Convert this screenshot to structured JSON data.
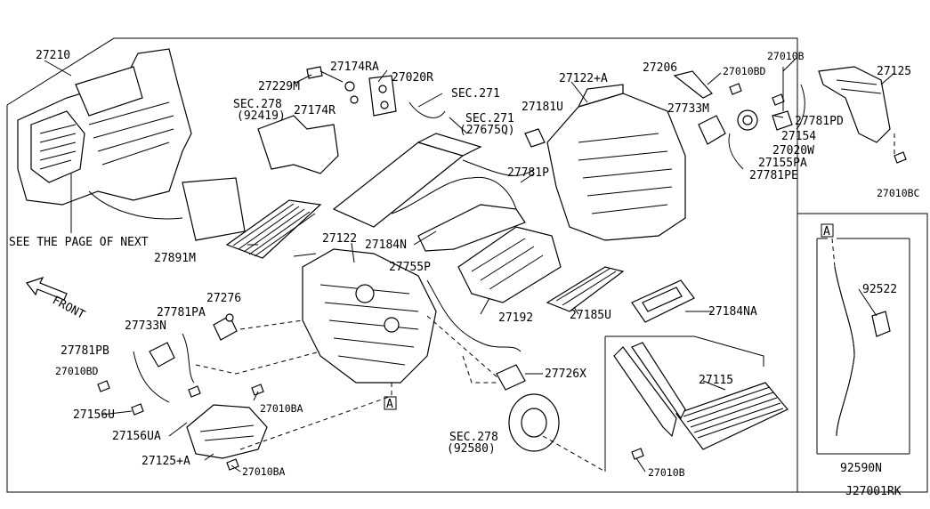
{
  "diagram_code": "J27001RK",
  "see_next_page": "SEE THE PAGE OF NEXT",
  "front_label": "FRONT",
  "ref_marker": "A",
  "inset_ref_marker": "A",
  "labels": {
    "p27210": "27210",
    "p27229M": "27229M",
    "p27174RA": "27174RA",
    "p27020R": "27020R",
    "p27174R": "27174R",
    "sec278a_1": "SEC.278",
    "sec278a_2": "(92419)",
    "sec271a": "SEC.271",
    "sec271b_1": "SEC.271",
    "sec271b_2": "(27675Q)",
    "p27181U": "27181U",
    "p27122A": "27122+A",
    "p27206": "27206",
    "p27010BD_top": "27010BD",
    "p27010B_top": "27010B",
    "p27125": "27125",
    "p27733M": "27733M",
    "p27781PD": "27781PD",
    "p27154": "27154",
    "p27020W": "27020W",
    "p27155PA": "27155PA",
    "p27781PE": "27781PE",
    "p27010BC": "27010BC",
    "p27781P": "27781P",
    "p27891M": "27891M",
    "p27122": "27122",
    "p27184N": "27184N",
    "p27755P": "27755P",
    "p27276": "27276",
    "p27781PA": "27781PA",
    "p27733N": "27733N",
    "p27781PB": "27781PB",
    "p27010BD_left": "27010BD",
    "p27156U": "27156U",
    "p27156UA": "27156UA",
    "p27125A": "27125+A",
    "p27010BA_mid": "27010BA",
    "p27010BA_bot": "27010BA",
    "p27192": "27192",
    "p27185U": "27185U",
    "p27184NA": "27184NA",
    "p27726X": "27726X",
    "sec278b_1": "SEC.278",
    "sec278b_2": "(92580)",
    "p27115": "27115",
    "p27010B_bot": "27010B",
    "p92522": "92522",
    "p92590N": "92590N"
  }
}
